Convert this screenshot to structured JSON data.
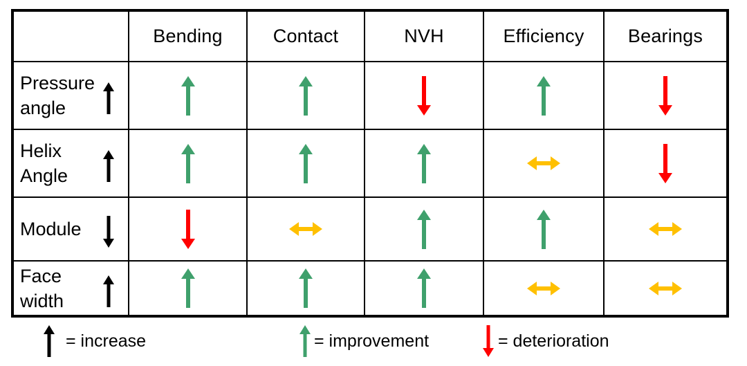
{
  "colors": {
    "green": "#3FA06C",
    "red": "#FF0000",
    "yellow": "#FFC000",
    "black": "#000000"
  },
  "table": {
    "corner": "",
    "columns": [
      "Bending",
      "Contact",
      "NVH",
      "Efficiency",
      "Bearings"
    ],
    "rows": [
      {
        "parameter": "Pressure angle",
        "label_lines": [
          "Pressure",
          "angle"
        ],
        "direction": "up",
        "cells": [
          "up-green",
          "up-green",
          "down-red",
          "up-green",
          "down-red"
        ]
      },
      {
        "parameter": "Helix Angle",
        "label_lines": [
          "Helix",
          "Angle"
        ],
        "direction": "up",
        "cells": [
          "up-green",
          "up-green",
          "up-green",
          "both-yellow",
          "down-red"
        ]
      },
      {
        "parameter": "Module",
        "label_lines": [
          "Module"
        ],
        "direction": "down",
        "cells": [
          "down-red",
          "both-yellow",
          "up-green",
          "up-green",
          "both-yellow"
        ]
      },
      {
        "parameter": "Face width",
        "label_lines": [
          "Face",
          "width"
        ],
        "direction": "up",
        "cells": [
          "up-green",
          "up-green",
          "up-green",
          "both-yellow",
          "both-yellow"
        ]
      }
    ]
  },
  "legend": {
    "items": [
      {
        "symbol": "up-black",
        "text": "= increase"
      },
      {
        "symbol": "up-green",
        "text": "= improvement"
      },
      {
        "symbol": "down-red",
        "text": "= deterioration"
      }
    ]
  }
}
